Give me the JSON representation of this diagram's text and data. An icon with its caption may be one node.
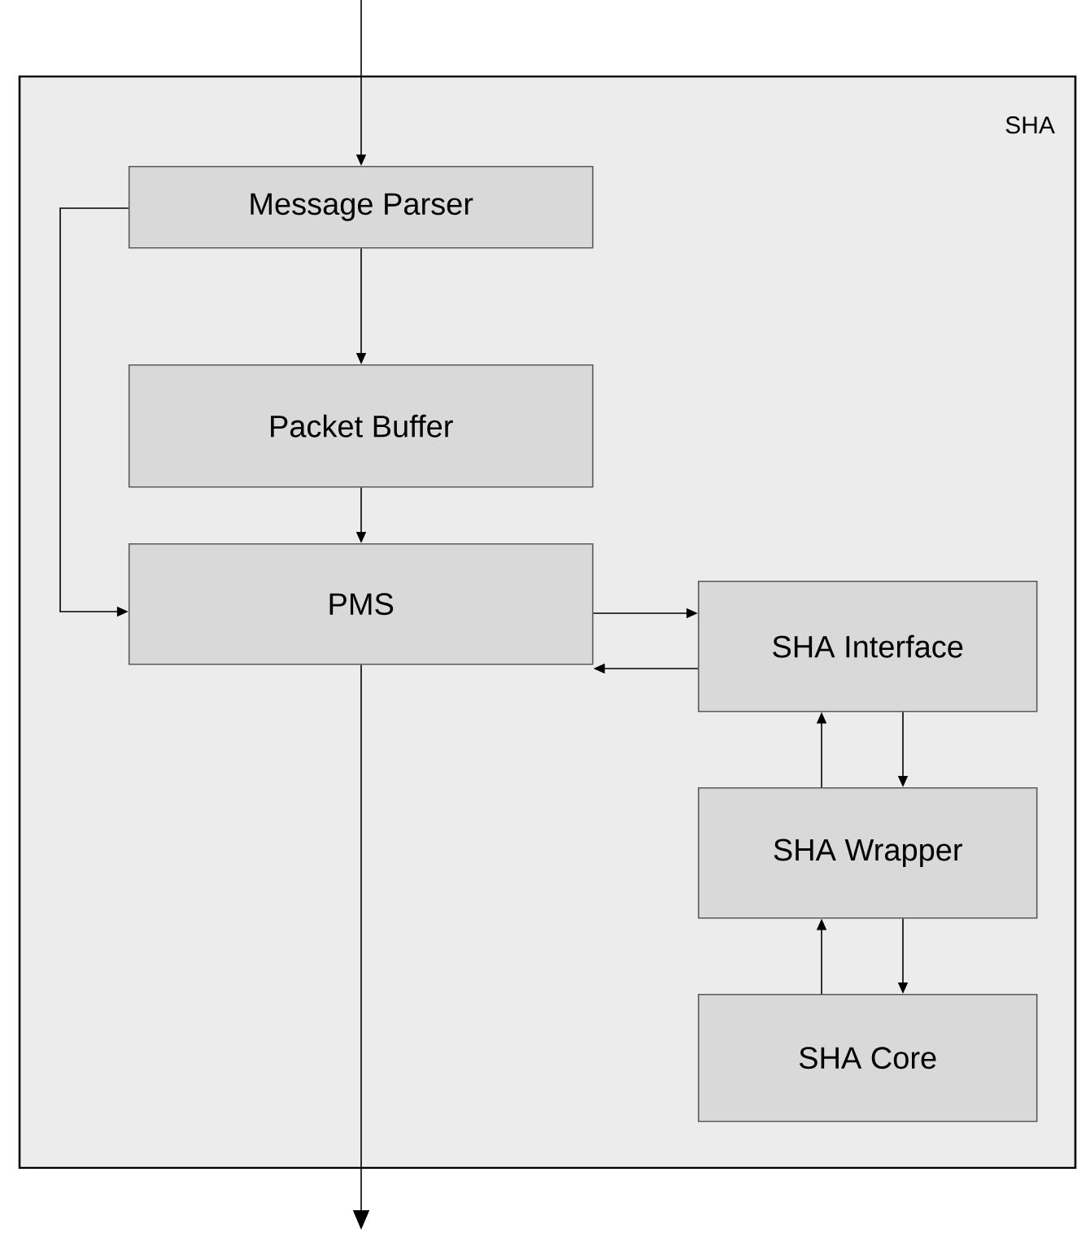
{
  "diagram": {
    "nodes": [
      {
        "text": [
          "SHA"
        ]
      },
      {
        "text": [
          "Message Parser"
        ],
        "in": 0
      },
      {
        "text": [
          "Packet Buffer"
        ],
        "in": 0
      },
      {
        "text": [
          "PMS"
        ],
        "in": 0
      },
      {
        "text": [
          "SHA Interface"
        ],
        "in": 0
      },
      {
        "text": [
          "SHA Wrapper"
        ],
        "in": 0
      },
      {
        "text": [
          "SHA Core"
        ],
        "in": 0
      }
    ],
    "edges": [
      {
        "from": null,
        "to": 1,
        "arrow": "to"
      },
      {
        "from": 1,
        "to": 2,
        "arrow": "to"
      },
      {
        "from": 2,
        "to": 3,
        "arrow": "to"
      },
      {
        "from": 1,
        "to": 3,
        "arrow": "to"
      },
      {
        "from": 3,
        "to": 4,
        "arrow": "to"
      },
      {
        "from": 4,
        "to": 3,
        "arrow": "to"
      },
      {
        "from": 4,
        "to": 5,
        "arrow": "to"
      },
      {
        "from": 5,
        "to": 4,
        "arrow": "to"
      },
      {
        "from": 5,
        "to": 6,
        "arrow": "to"
      },
      {
        "from": 6,
        "to": 5,
        "arrow": "to"
      },
      {
        "from": 3,
        "to": null,
        "arrow": "to"
      }
    ]
  }
}
